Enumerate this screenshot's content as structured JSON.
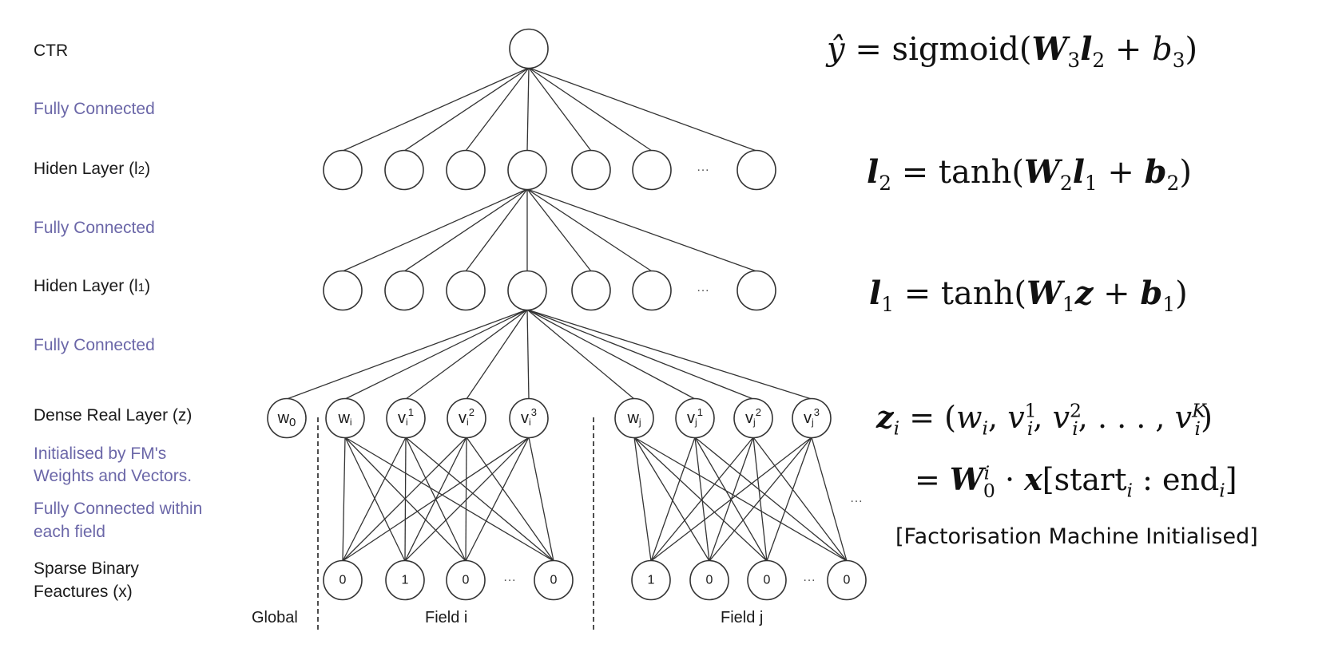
{
  "left_labels": {
    "ctr": "CTR",
    "fc1": "Fully Connected",
    "hidden_l2": "Hiden Layer (l2)",
    "fc2": "Fully Connected",
    "hidden_l1": "Hiden Layer (l1)",
    "fc3": "Fully Connected",
    "dense": "Dense Real Layer (z)",
    "init_line1": "Initialised by FM's",
    "init_line2": "Weights and Vectors.",
    "fc_field_line1": "Fully Connected within",
    "fc_field_line2": "each field",
    "sparse_line1": "Sparse Binary",
    "sparse_line2": "Feactures (x)"
  },
  "colors": {
    "annotation_purple": "#6b67a8",
    "text": "#1a1a1a",
    "edge": "#333333"
  },
  "network": {
    "output_node_label": "",
    "hidden_layer_node_count_shown": 7,
    "ellipsis": "···",
    "dense_nodes": {
      "global": [
        "w0"
      ],
      "field_i": [
        "wi",
        "vi1",
        "vi2",
        "vi3"
      ],
      "field_j": [
        "wj",
        "vj1",
        "vj2",
        "vj3"
      ]
    },
    "sparse_values": {
      "field_i": [
        "0",
        "1",
        "0",
        "0"
      ],
      "field_j": [
        "1",
        "0",
        "0",
        "0"
      ]
    },
    "field_labels": {
      "global": "Global",
      "field_i": "Field i",
      "field_j": "Field j"
    }
  },
  "equations": {
    "output": "ŷ = sigmoid(W3 l2 + b3)",
    "l2": "l2 = tanh(W2 l1 + b2)",
    "l1": "l1 = tanh(W1 z + b1)",
    "z_line1": "zi = (wi, vi^1, vi^2, ..., vi^K)",
    "z_line2": "= W0^i · x[start_i : end_i]",
    "caption": "[Factorisation Machine Initialised]"
  }
}
